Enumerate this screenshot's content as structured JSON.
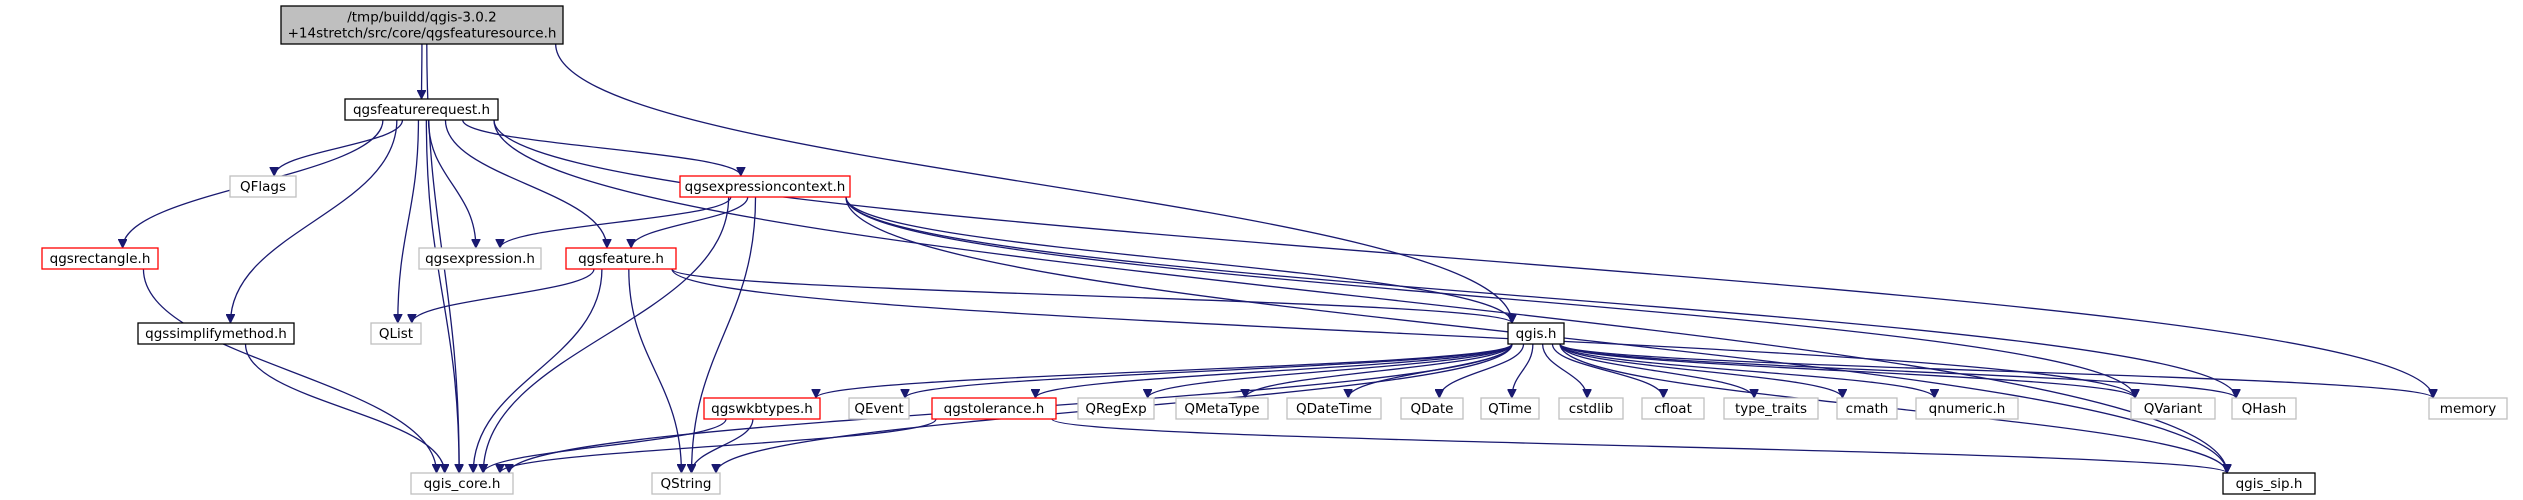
{
  "colors": {
    "edge": "#191970",
    "root_fill": "#bfbfbf",
    "root_border": "#000000",
    "documented_border": "#000000",
    "truncated_border": "#ff0000",
    "external_border": "#bfbfbf",
    "external_text": "#000000"
  },
  "nodes": [
    {
      "id": "root",
      "kind": "root",
      "lines": [
        "/tmp/buildd/qgis-3.0.2",
        "+14stretch/src/core/qgsfeaturesource.h"
      ]
    },
    {
      "id": "qgsfeaturerequest",
      "kind": "documented",
      "lines": [
        "qgsfeaturerequest.h"
      ]
    },
    {
      "id": "qflags",
      "kind": "external",
      "lines": [
        "QFlags"
      ]
    },
    {
      "id": "qgsexpressioncontext",
      "kind": "truncated",
      "lines": [
        "qgsexpressioncontext.h"
      ]
    },
    {
      "id": "qgsrectangle",
      "kind": "truncated",
      "lines": [
        "qgsrectangle.h"
      ]
    },
    {
      "id": "qgsexpression",
      "kind": "external",
      "lines": [
        "qgsexpression.h"
      ]
    },
    {
      "id": "qgsfeature",
      "kind": "truncated",
      "lines": [
        "qgsfeature.h"
      ]
    },
    {
      "id": "qgssimplifymethod",
      "kind": "documented",
      "lines": [
        "qgssimplifymethod.h"
      ]
    },
    {
      "id": "qlist",
      "kind": "external",
      "lines": [
        "QList"
      ]
    },
    {
      "id": "qgis",
      "kind": "documented",
      "lines": [
        "qgis.h"
      ]
    },
    {
      "id": "qgswkbtypes",
      "kind": "truncated",
      "lines": [
        "qgswkbtypes.h"
      ]
    },
    {
      "id": "qevent",
      "kind": "external",
      "lines": [
        "QEvent"
      ]
    },
    {
      "id": "qgstolerance",
      "kind": "truncated",
      "lines": [
        "qgstolerance.h"
      ]
    },
    {
      "id": "qregexp",
      "kind": "external",
      "lines": [
        "QRegExp"
      ]
    },
    {
      "id": "qmetatype",
      "kind": "external",
      "lines": [
        "QMetaType"
      ]
    },
    {
      "id": "qdatetime",
      "kind": "external",
      "lines": [
        "QDateTime"
      ]
    },
    {
      "id": "qdate",
      "kind": "external",
      "lines": [
        "QDate"
      ]
    },
    {
      "id": "qtime",
      "kind": "external",
      "lines": [
        "QTime"
      ]
    },
    {
      "id": "cstdlib",
      "kind": "external",
      "lines": [
        "cstdlib"
      ]
    },
    {
      "id": "cfloat",
      "kind": "external",
      "lines": [
        "cfloat"
      ]
    },
    {
      "id": "type_traits",
      "kind": "external",
      "lines": [
        "type_traits"
      ]
    },
    {
      "id": "cmath",
      "kind": "external",
      "lines": [
        "cmath"
      ]
    },
    {
      "id": "qnumeric",
      "kind": "external",
      "lines": [
        "qnumeric.h"
      ]
    },
    {
      "id": "qvariant",
      "kind": "external",
      "lines": [
        "QVariant"
      ]
    },
    {
      "id": "qhash",
      "kind": "external",
      "lines": [
        "QHash"
      ]
    },
    {
      "id": "memory",
      "kind": "external",
      "lines": [
        "memory"
      ]
    },
    {
      "id": "qgis_core",
      "kind": "external",
      "lines": [
        "qgis_core.h"
      ]
    },
    {
      "id": "qstring",
      "kind": "external",
      "lines": [
        "QString"
      ]
    },
    {
      "id": "qgis_sip",
      "kind": "documented",
      "lines": [
        "qgis_sip.h"
      ]
    }
  ],
  "edges": [
    [
      "root",
      "qgsfeaturerequest"
    ],
    [
      "root",
      "qgis_core"
    ],
    [
      "root",
      "qgis"
    ],
    [
      "qgsfeaturerequest",
      "qflags"
    ],
    [
      "qgsfeaturerequest",
      "qgsexpressioncontext"
    ],
    [
      "qgsfeaturerequest",
      "qgsrectangle"
    ],
    [
      "qgsfeaturerequest",
      "qgssimplifymethod"
    ],
    [
      "qgsfeaturerequest",
      "qgsexpression"
    ],
    [
      "qgsfeaturerequest",
      "qgsfeature"
    ],
    [
      "qgsfeaturerequest",
      "qlist"
    ],
    [
      "qgsfeaturerequest",
      "qgis_core"
    ],
    [
      "qgsfeaturerequest",
      "memory"
    ],
    [
      "qgsfeaturerequest",
      "qgis_sip"
    ],
    [
      "qgsexpressioncontext",
      "qgsexpression"
    ],
    [
      "qgsexpressioncontext",
      "qgsfeature"
    ],
    [
      "qgsexpressioncontext",
      "qgis"
    ],
    [
      "qgsexpressioncontext",
      "qgis_core"
    ],
    [
      "qgsexpressioncontext",
      "qstring"
    ],
    [
      "qgsexpressioncontext",
      "qvariant"
    ],
    [
      "qgsexpressioncontext",
      "qhash"
    ],
    [
      "qgsexpressioncontext",
      "qgis_sip"
    ],
    [
      "qgsfeature",
      "qlist"
    ],
    [
      "qgsfeature",
      "qgis"
    ],
    [
      "qgsfeature",
      "qgis_core"
    ],
    [
      "qgsfeature",
      "qstring"
    ],
    [
      "qgsfeature",
      "qvariant"
    ],
    [
      "qgsrectangle",
      "qgis_core"
    ],
    [
      "qgssimplifymethod",
      "qgis_core"
    ],
    [
      "qgis",
      "qgswkbtypes"
    ],
    [
      "qgis",
      "qevent"
    ],
    [
      "qgis",
      "qgstolerance"
    ],
    [
      "qgis",
      "qregexp"
    ],
    [
      "qgis",
      "qmetatype"
    ],
    [
      "qgis",
      "qdatetime"
    ],
    [
      "qgis",
      "qdate"
    ],
    [
      "qgis",
      "qtime"
    ],
    [
      "qgis",
      "cstdlib"
    ],
    [
      "qgis",
      "cfloat"
    ],
    [
      "qgis",
      "type_traits"
    ],
    [
      "qgis",
      "cmath"
    ],
    [
      "qgis",
      "qnumeric"
    ],
    [
      "qgis",
      "qvariant"
    ],
    [
      "qgis",
      "qhash"
    ],
    [
      "qgis",
      "memory"
    ],
    [
      "qgis",
      "qgis_core"
    ],
    [
      "qgis",
      "qstring"
    ],
    [
      "qgis",
      "qgis_sip"
    ],
    [
      "qgswkbtypes",
      "qgis_core"
    ],
    [
      "qgswkbtypes",
      "qstring"
    ],
    [
      "qgstolerance",
      "qgis_core"
    ],
    [
      "qgstolerance",
      "qgis_sip"
    ]
  ]
}
